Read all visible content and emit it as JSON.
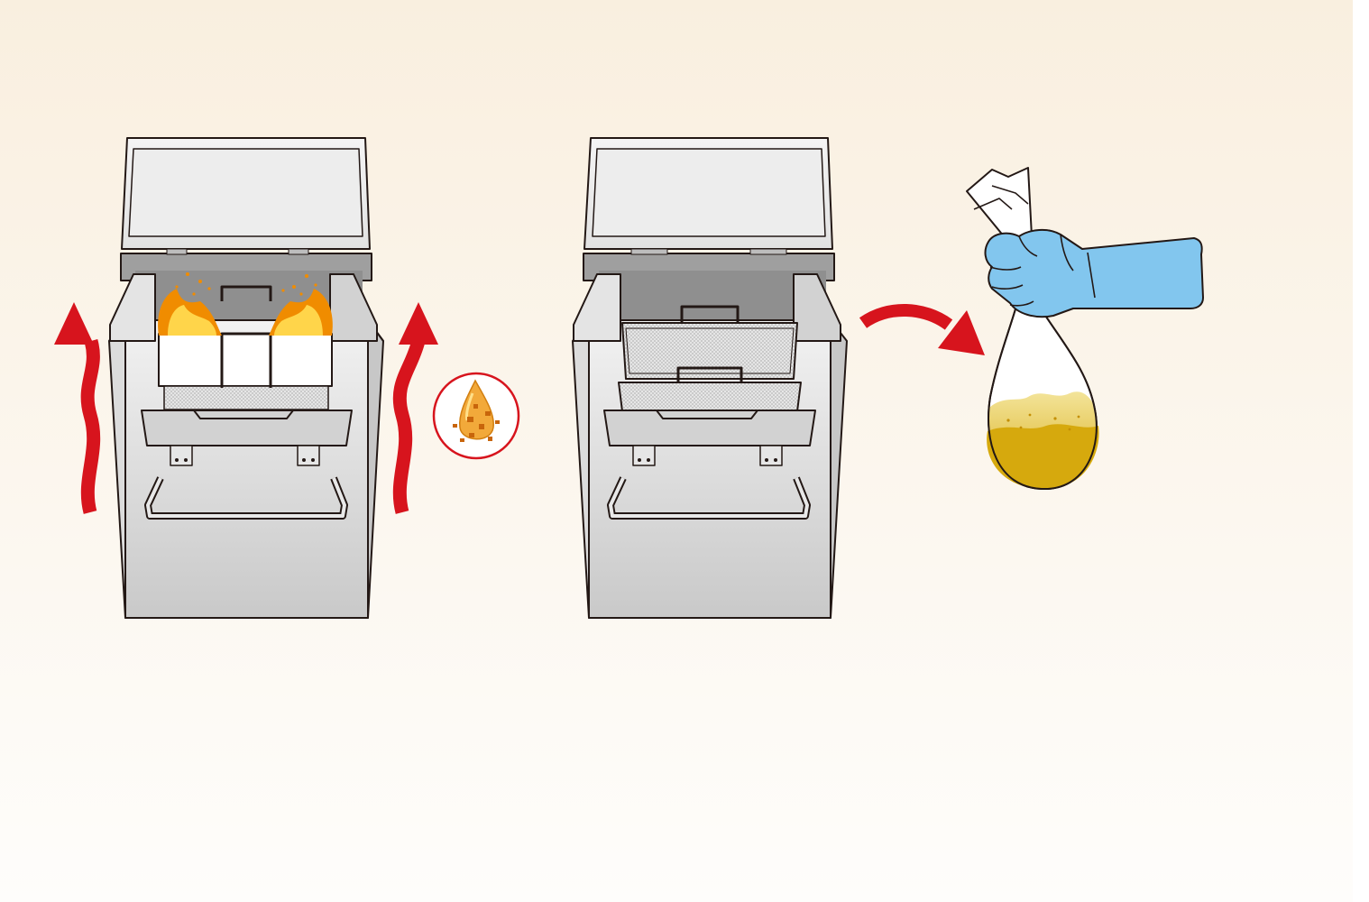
{
  "diagram": {
    "panels": [
      {
        "id": "fryer-in-use",
        "icon": "fryer-with-flames-icon"
      },
      {
        "id": "fryer-with-baskets",
        "icon": "fryer-with-baskets-icon"
      },
      {
        "id": "oil-disposal",
        "icon": "gloved-hand-holding-oil-bag-icon"
      }
    ],
    "arrows": [
      {
        "id": "heat-rising-left",
        "icon": "wavy-up-arrow-icon"
      },
      {
        "id": "heat-rising-right",
        "icon": "wavy-up-arrow-icon"
      },
      {
        "id": "step-arrow",
        "icon": "curved-right-arrow-icon"
      }
    ],
    "badge": {
      "icon": "oil-drop-with-crumbs-icon"
    }
  },
  "colors": {
    "background_top": "#f9efdf",
    "background_bottom": "#fefdfb",
    "arrow_red": "#d7141d",
    "steel_light": "#ececec",
    "steel_mid": "#d8d8d8",
    "steel_dark": "#a9a9a9",
    "outline": "#231815",
    "flame_orange": "#f08c00",
    "flame_yellow": "#ffd54a",
    "glove_blue": "#82c6ee",
    "oil_gold": "#d6a90d",
    "oil_light": "#f2dc7c"
  }
}
